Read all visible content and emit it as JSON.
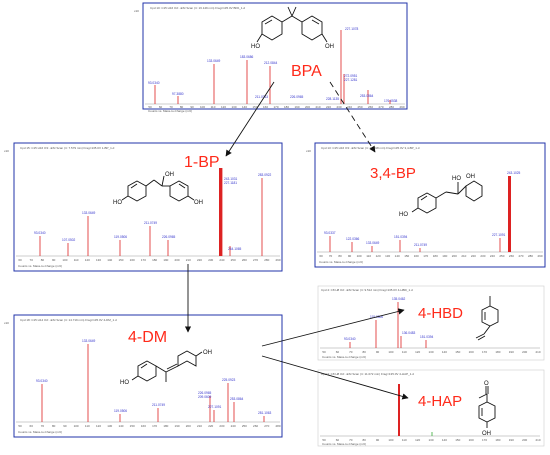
{
  "colors": {
    "frame": "#2233aa",
    "peak": "#dd2222",
    "label": "#ff2a1a",
    "arrow": "#111111",
    "peak_label": "#3333cc",
    "hap_peak": "#33aa33"
  },
  "panels": {
    "bpa": {
      "compound": "BPA",
      "header": "Cpd 10: C15 H16 O2: -ESI Scan (rt: 16.149 min) Frag=135.0V BPA_1.d",
      "x_axis": "Counts vs. Mass-to-Charge (m/z)",
      "y_unit": "x10",
      "ticks": [
        "50",
        "60",
        "70",
        "80",
        "90",
        "100",
        "110",
        "120",
        "130",
        "140",
        "150",
        "160",
        "170",
        "180",
        "190",
        "200",
        "210",
        "220",
        "230",
        "240",
        "250",
        "260",
        "270",
        "280",
        "290"
      ],
      "peak_labels": [
        "227.1078",
        "212.0844",
        "133.0649",
        "93.0340",
        "97.3880",
        "183.0686",
        "211.0763",
        "226.0965",
        "228.1135",
        "272.0951",
        "227.1281",
        "253.0864",
        "176.0538"
      ],
      "chem": [
        "HO",
        "OH"
      ]
    },
    "bp1": {
      "compound": "1-BP",
      "header": "Cpd 15: C15 H16 O3: -ESI Scan (rt: 7.579 min) Frag=135.0V 1-BP_1.d",
      "x_axis": "Counts vs. Mass-to-Charge (m/z)",
      "y_unit": "x10",
      "ticks": [
        "60",
        "70",
        "80",
        "90",
        "100",
        "110",
        "120",
        "130",
        "140",
        "150",
        "160",
        "170",
        "180",
        "190",
        "200",
        "210",
        "220",
        "230",
        "240",
        "250",
        "260",
        "270",
        "280",
        "290"
      ],
      "peak_labels": [
        "243.1031",
        "227.1181",
        "133.0649",
        "93.0340",
        "107.0502",
        "119.0506",
        "211.0749",
        "226.0965",
        "244.1065",
        "283.0922"
      ],
      "chem": [
        "OH",
        "HO",
        "OH"
      ]
    },
    "bp34": {
      "compound": "3,4-BP",
      "header": "Cpd 13: C15 H16 O3: -ESI Scan (rt: 10.018 min) Frag=135.0V 3,4-BP_1.d",
      "x_axis": "Counts vs. Mass-to-Charge (m/z)",
      "y_unit": "x10",
      "ticks": [
        "60",
        "70",
        "80",
        "90",
        "100",
        "110",
        "120",
        "130",
        "140",
        "150",
        "160",
        "170",
        "180",
        "190",
        "200",
        "210",
        "220",
        "230",
        "240",
        "250",
        "260",
        "270",
        "280",
        "290"
      ],
      "peak_labels": [
        "243.1025",
        "93.0337",
        "122.0366",
        "133.0649",
        "151.0394",
        "211.0749",
        "227.1091"
      ],
      "chem": [
        "HO",
        "OH",
        "HO"
      ]
    },
    "dm4": {
      "compound": "4-DM",
      "header": "Cpd 18: C15 H14 O2: -ESI Scan (rt: 14.719 min) Frag=135.0V 4-DM_1.d",
      "x_axis": "Counts vs. Mass-to-Charge (m/z)",
      "y_unit": "x10",
      "ticks": [
        "50",
        "60",
        "70",
        "80",
        "90",
        "100",
        "110",
        "120",
        "130",
        "140",
        "150",
        "160",
        "170",
        "180",
        "190",
        "200",
        "210",
        "220",
        "230",
        "240",
        "250",
        "260",
        "270",
        "280"
      ],
      "peak_labels": [
        "225.0923",
        "133.0649",
        "93.0340",
        "119.0506",
        "211.0749",
        "226.0965",
        "209.0609",
        "227.1091",
        "253.0864",
        "281.1063"
      ],
      "chem": [
        "HO",
        "OH"
      ]
    },
    "hbd4": {
      "compound": "4-HBD",
      "header": "Cpd 4: C8 H8 O2: -ESI Scan (rt: 9.512 min) Frag=135.0V 4-HBD_1.d",
      "x_axis": "Counts vs. Mass-to-Charge (m/z)",
      "ticks": [
        "50",
        "60",
        "70",
        "80",
        "90",
        "100",
        "110",
        "120",
        "130",
        "140",
        "150",
        "160",
        "170",
        "180",
        "190",
        "200",
        "210"
      ],
      "peak_labels": [
        "135.0462",
        "119.0506",
        "136.0483",
        "93.0340",
        "151.0394"
      ],
      "chem": []
    },
    "hap4": {
      "compound": "4-HAP",
      "header": "Cpd 3: C8 H8 O2: -ESI Scan (rt: 11.072 min) Frag=135.0V 4-HAP_1.d",
      "x_axis": "Counts vs. Mass-to-Charge (m/z)",
      "ticks": [
        "50",
        "60",
        "70",
        "80",
        "90",
        "100",
        "110",
        "120",
        "130",
        "140",
        "150",
        "160",
        "170",
        "180",
        "190",
        "200",
        "210"
      ],
      "peak_labels": [],
      "chem": [
        "O",
        "OH"
      ]
    }
  },
  "edges": [
    {
      "from": "BPA",
      "to": "1-BP",
      "style": "solid"
    },
    {
      "from": "BPA",
      "to": "3,4-BP",
      "style": "dashed"
    },
    {
      "from": "1-BP",
      "to": "4-DM",
      "style": "solid"
    },
    {
      "from": "4-DM",
      "to": "4-HBD",
      "style": "solid"
    },
    {
      "from": "4-DM",
      "to": "4-HAP",
      "style": "solid"
    }
  ]
}
